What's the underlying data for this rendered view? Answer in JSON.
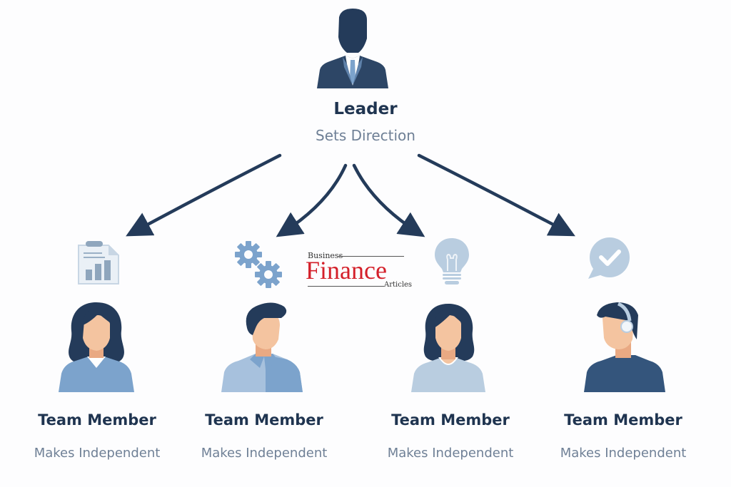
{
  "leader": {
    "title": "Leader",
    "subtitle": "Sets Direction",
    "icon": "businessman-icon"
  },
  "members": [
    {
      "title": "Team Member",
      "subtitle": "Makes Independent",
      "task_icon": "clipboard-chart-icon",
      "avatar": "woman-avatar"
    },
    {
      "title": "Team Member",
      "subtitle": "Makes Independent",
      "task_icon": "gears-icon",
      "avatar": "man-avatar"
    },
    {
      "title": "Team Member",
      "subtitle": "Makes Independent",
      "task_icon": "lightbulb-icon",
      "avatar": "woman-avatar"
    },
    {
      "title": "Team Member",
      "subtitle": "Makes Independent",
      "task_icon": "chat-check-icon",
      "avatar": "man-headphones-avatar"
    }
  ],
  "watermark": {
    "line1": "Business",
    "line2": "Finance",
    "line3": "Articles"
  },
  "colors": {
    "navy": "#243b5a",
    "mid_blue": "#7ca3cc",
    "light_blue": "#b9cde0",
    "skin": "#f4c4a0",
    "text_dark": "#1f3450",
    "text_muted": "#6f8096",
    "watermark_red": "#d4202a"
  }
}
